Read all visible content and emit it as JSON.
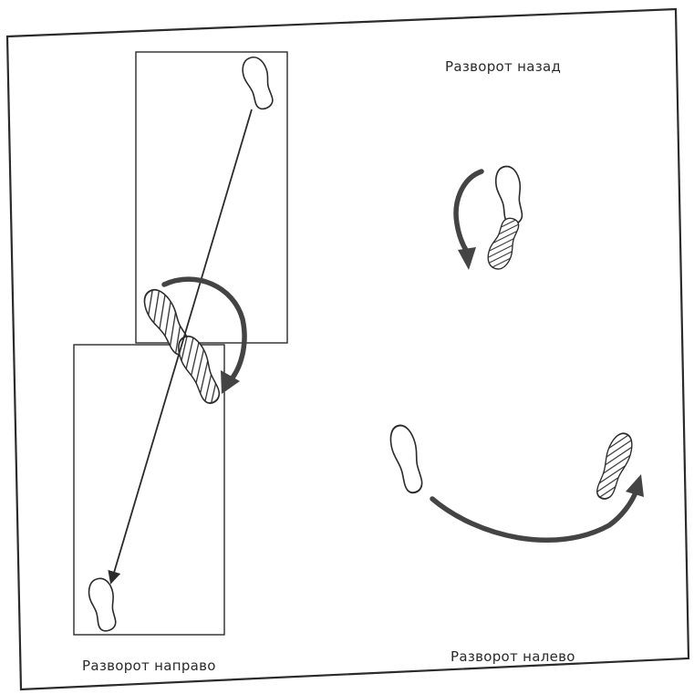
{
  "labels": {
    "turn_back": "Разворот назад",
    "turn_right": "Разворот направо",
    "turn_left": "Разворот налево"
  },
  "colors": {
    "paper": "#ffffff",
    "ink": "#2b2b2b",
    "arrow": "#3d3d3d",
    "hatch": "#333333"
  },
  "icons": {
    "plain_foot": "footprint-icon",
    "hatched_foot": "hatched-footprint-icon",
    "turn_arrow": "curved-arrow-icon"
  }
}
